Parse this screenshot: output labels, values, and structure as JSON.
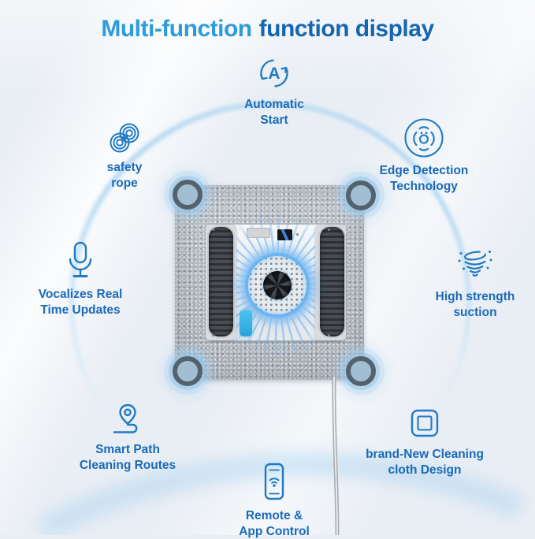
{
  "title": {
    "part1": "Multi-function",
    "part2": "function display"
  },
  "colors": {
    "title_light": "#2D9CDB",
    "title_dark": "#1566B0",
    "label_blue": "#1A6AB8",
    "icon_stroke": "#1F7AC4",
    "glow_blue": "#4FA8E8",
    "background": "#E9EEF4"
  },
  "features": [
    {
      "name": "automatic-start",
      "label": "Automatic\nStart",
      "icon": "auto-start-icon",
      "icon_letter": "A"
    },
    {
      "name": "safety-rope",
      "label": "safety\nrope",
      "icon": "rope-coil-icon"
    },
    {
      "name": "edge-detection",
      "label": "Edge Detection\nTechnology",
      "icon": "edge-sensor-icon"
    },
    {
      "name": "vocalizes-updates",
      "label": "Vocalizes Real\nTime Updates",
      "icon": "microphone-icon"
    },
    {
      "name": "high-suction",
      "label": "High strength\nsuction",
      "icon": "suction-swirl-icon"
    },
    {
      "name": "smart-path",
      "label": "Smart Path\nCleaning Routes",
      "icon": "route-pin-icon"
    },
    {
      "name": "cleaning-cloth",
      "label": "brand-New Cleaning\ncloth Design",
      "icon": "cleaning-cloth-icon"
    },
    {
      "name": "remote-app",
      "label": "Remote &\nApp Control",
      "icon": "smartphone-wifi-icon"
    }
  ],
  "product": {
    "name": "window-cleaning-robot"
  }
}
